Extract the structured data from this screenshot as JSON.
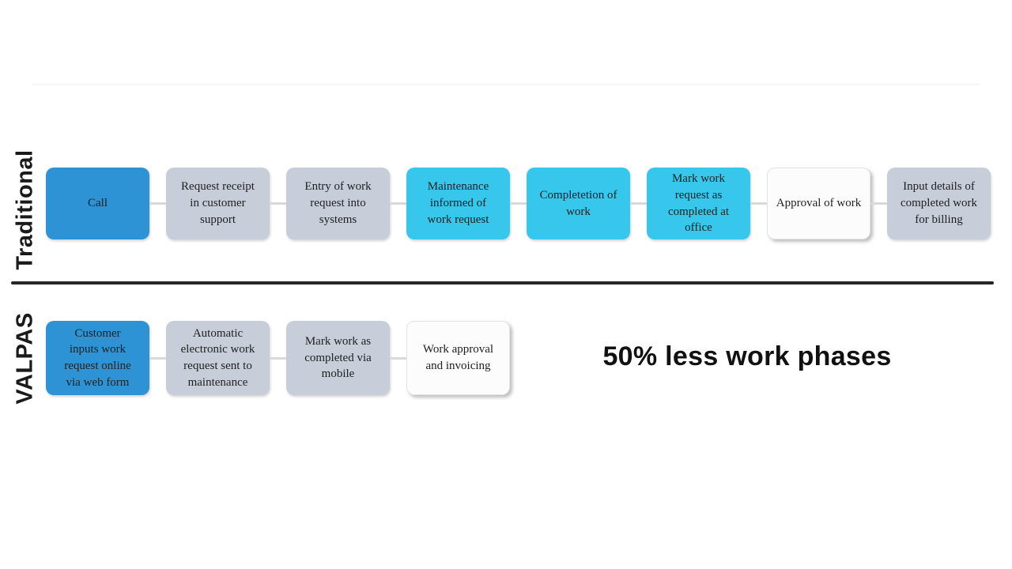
{
  "colors": {
    "blue": "#2E93D4",
    "cyan": "#38C7EC",
    "gray": "#C7CEDA",
    "white_bg": "#FCFCFC",
    "white_border": "#E3E3E3",
    "connector": "#D9D9D9",
    "divider": "#262626"
  },
  "headline": {
    "text": "50% less work phases"
  },
  "rows": [
    {
      "label": "Traditional",
      "steps": [
        {
          "text": "Call",
          "style": "blue"
        },
        {
          "text": "Request receipt\nin customer\nsupport",
          "style": "gray"
        },
        {
          "text": "Entry of work\nrequest into\nsystems",
          "style": "gray"
        },
        {
          "text": "Maintenance\ninformed of\nwork request",
          "style": "cyan"
        },
        {
          "text": "Completetion of\nwork",
          "style": "cyan"
        },
        {
          "text": "Mark work\nrequest as\ncompleted at\noffice",
          "style": "cyan"
        },
        {
          "text": "Approval of work",
          "style": "white"
        },
        {
          "text": "Input details of\ncompleted work\nfor billing",
          "style": "gray"
        }
      ]
    },
    {
      "label": "VALPAS",
      "steps": [
        {
          "text": "Customer\ninputs work\nrequest online\nvia web form",
          "style": "blue"
        },
        {
          "text": "Automatic\nelectronic work\nrequest sent to\nmaintenance",
          "style": "gray"
        },
        {
          "text": "Mark work as\ncompleted via\nmobile",
          "style": "gray"
        },
        {
          "text": "Work approval\nand invoicing",
          "style": "white"
        }
      ]
    }
  ]
}
